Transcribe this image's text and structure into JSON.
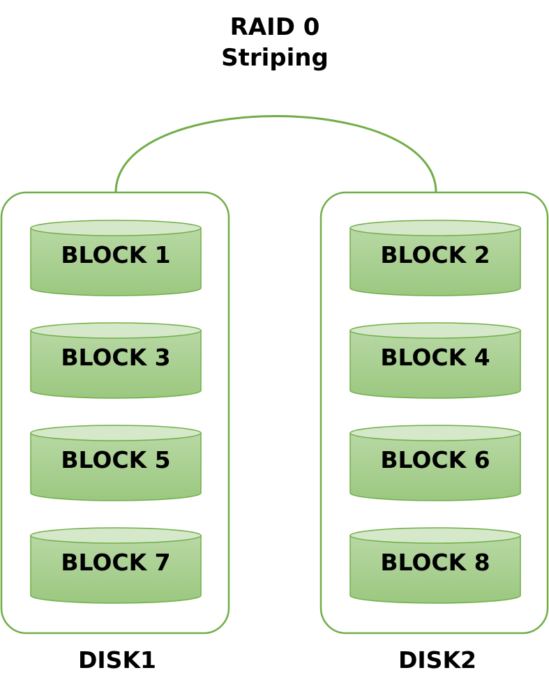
{
  "title": {
    "line1": "RAID 0",
    "line2": "Striping"
  },
  "colors": {
    "accent": "#70ad47",
    "cylinder_top": "#d5e8c9",
    "cylinder_body_light": "#b8d8a4",
    "cylinder_body_dark": "#9bc880"
  },
  "disks": [
    {
      "label": "DISK1",
      "blocks": [
        "BLOCK 1",
        "BLOCK 3",
        "BLOCK 5",
        "BLOCK 7"
      ]
    },
    {
      "label": "DISK2",
      "blocks": [
        "BLOCK 2",
        "BLOCK 4",
        "BLOCK 6",
        "BLOCK 8"
      ]
    }
  ]
}
